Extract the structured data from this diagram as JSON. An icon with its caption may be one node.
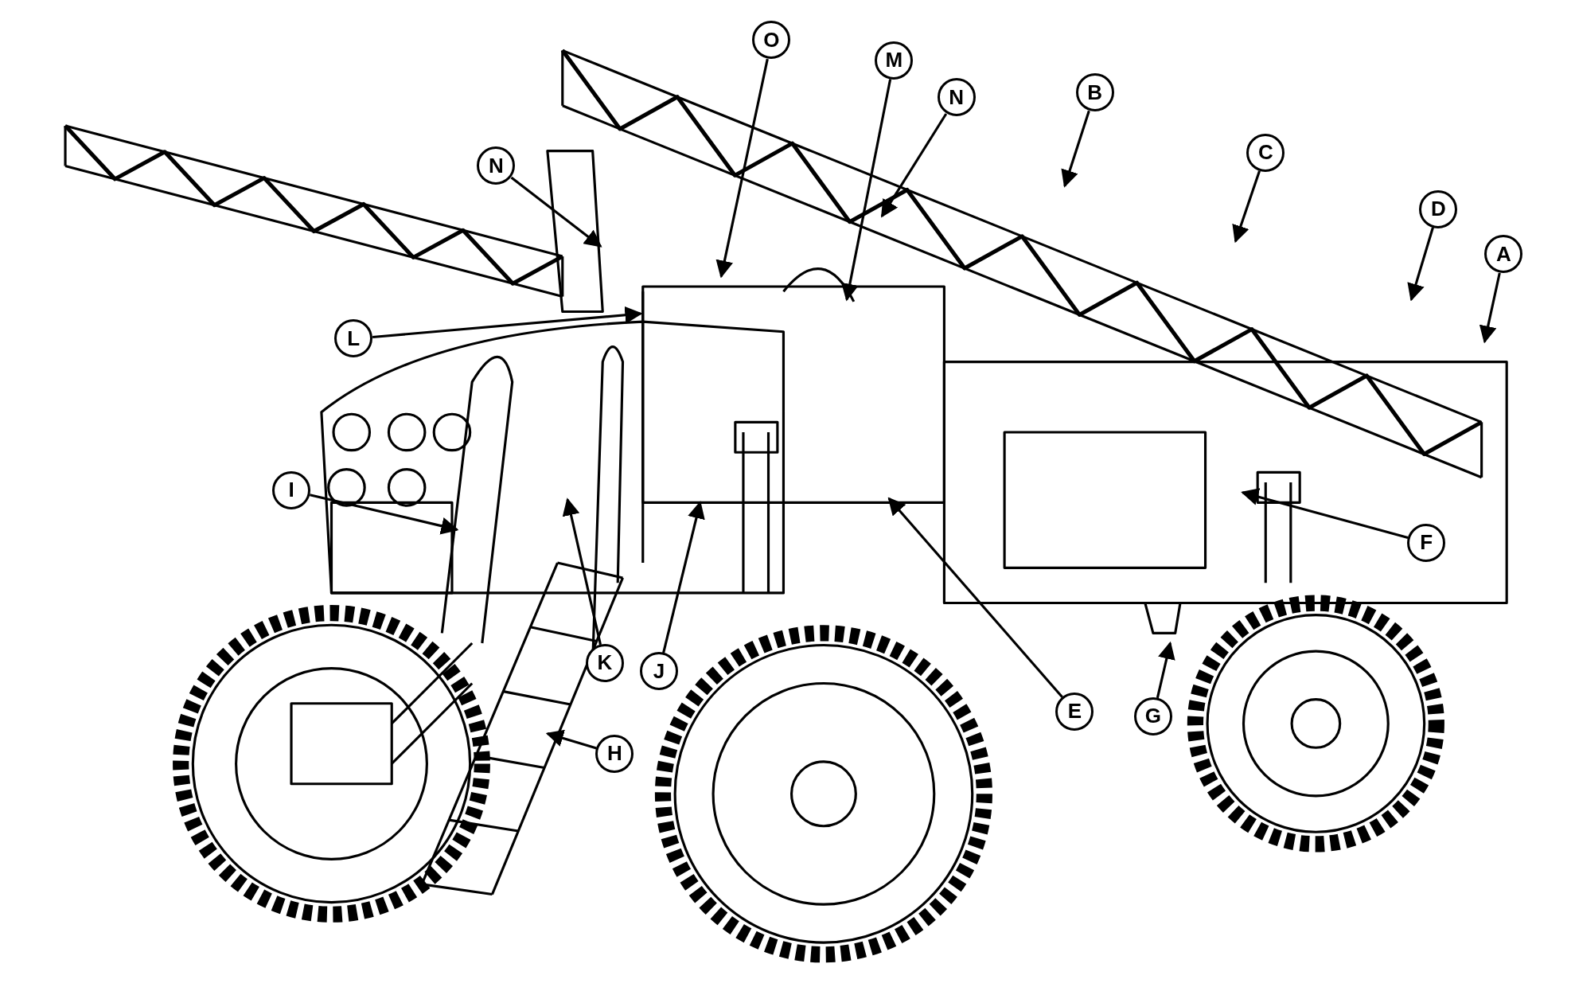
{
  "diagram": {
    "nodes": [
      {
        "text": [
          "O"
        ]
      },
      {
        "text": [
          "M"
        ]
      },
      {
        "text": [
          "N"
        ]
      },
      {
        "text": [
          "B"
        ]
      },
      {
        "text": [
          "N"
        ]
      },
      {
        "text": [
          "C"
        ]
      },
      {
        "text": [
          "D"
        ]
      },
      {
        "text": [
          "A"
        ]
      },
      {
        "text": [
          "L"
        ]
      },
      {
        "text": [
          "I"
        ]
      },
      {
        "text": [
          "F"
        ]
      },
      {
        "text": [
          "K"
        ]
      },
      {
        "text": [
          "J"
        ]
      },
      {
        "text": [
          "E"
        ]
      },
      {
        "text": [
          "G"
        ]
      },
      {
        "text": [
          "H"
        ]
      }
    ],
    "edges": [
      {
        "from": 0,
        "to": null,
        "arrow": "to"
      },
      {
        "from": 1,
        "to": null,
        "arrow": "to"
      },
      {
        "from": 2,
        "to": null,
        "arrow": "to"
      },
      {
        "from": 3,
        "to": null,
        "arrow": "to"
      },
      {
        "from": 4,
        "to": null,
        "arrow": "to"
      },
      {
        "from": 5,
        "to": null,
        "arrow": "to"
      },
      {
        "from": 6,
        "to": null,
        "arrow": "to"
      },
      {
        "from": 7,
        "to": null,
        "arrow": "to"
      },
      {
        "from": 8,
        "to": null,
        "arrow": "to"
      },
      {
        "from": 9,
        "to": null,
        "arrow": "to"
      },
      {
        "from": 10,
        "to": null,
        "arrow": "to"
      },
      {
        "from": 11,
        "to": null,
        "arrow": "to"
      },
      {
        "from": 12,
        "to": null,
        "arrow": "to"
      },
      {
        "from": 13,
        "to": null,
        "arrow": "to"
      },
      {
        "from": 14,
        "to": null,
        "arrow": "to"
      },
      {
        "from": 15,
        "to": null,
        "arrow": "to"
      }
    ]
  }
}
